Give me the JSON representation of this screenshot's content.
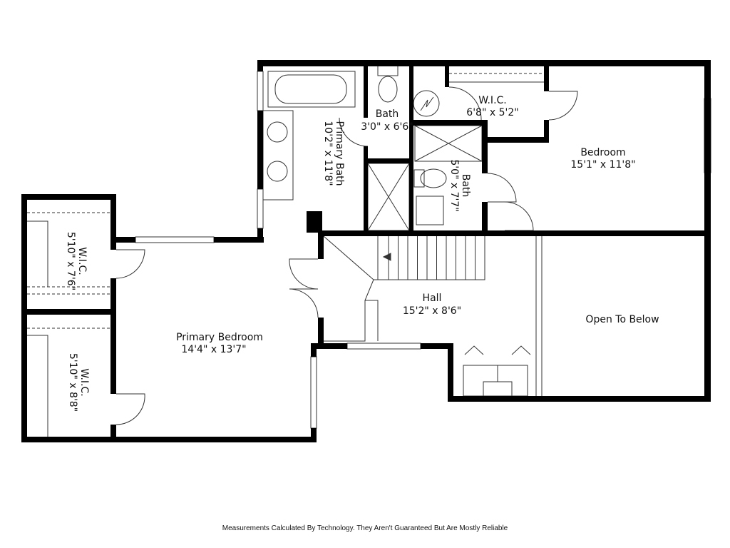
{
  "rooms": [
    {
      "name": "Primary Bath",
      "size": "10'2\" x 11'8\""
    },
    {
      "name": "Bath",
      "size": "3'0\" x 6'6\""
    },
    {
      "name": "W.I.C.",
      "size": "6'8\" x 5'2\""
    },
    {
      "name": "Bedroom",
      "size": "15'1\" x 11'8\""
    },
    {
      "name": "Bath",
      "size": "5'0\" x 7'7\""
    },
    {
      "name": "W.I.C.",
      "size": "5'10\" x 7'6\""
    },
    {
      "name": "W.I.C.",
      "size": "5'10\" x 8'8\""
    },
    {
      "name": "Primary Bedroom",
      "size": "14'4\" x 13'7\""
    },
    {
      "name": "Hall",
      "size": "15'2\" x 8'6\""
    },
    {
      "name": "Open To Below",
      "size": ""
    }
  ],
  "disclaimer": "Measurements Calculated By Technology. They Aren't Guaranteed But Are Mostly Reliable",
  "colors": {
    "wall": "#000000",
    "fixture": "#333333"
  }
}
